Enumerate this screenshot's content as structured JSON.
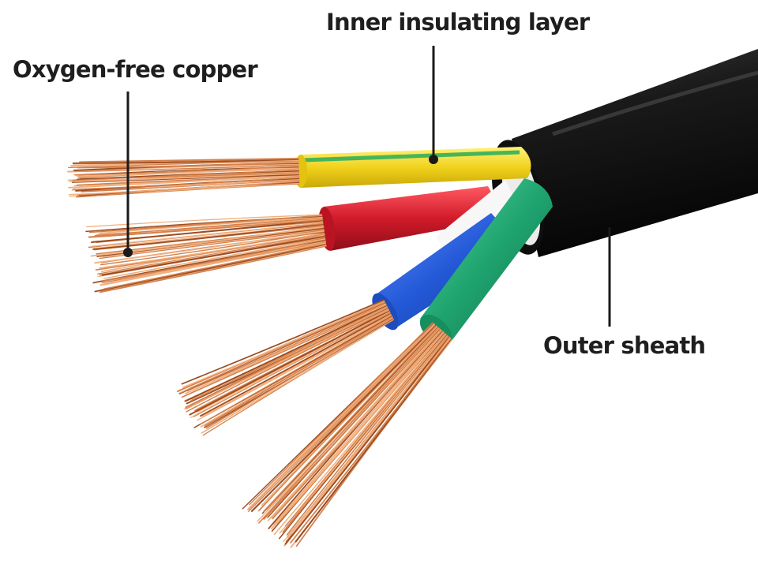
{
  "labels": {
    "copper": "Oxygen-free copper",
    "inner_insulation": "Inner insulating layer",
    "outer_sheath": "Outer sheath"
  },
  "colors": {
    "background": "#ffffff",
    "text": "#1e1e1e",
    "leader": "#1a1a1a",
    "copper": "#d4814c",
    "copper_light": "#f2b07e",
    "copper_dark": "#9c4d22",
    "sheath": "#141414",
    "insulation_yellow": "#f1d21c",
    "insulation_stripe": "#46b55a",
    "insulation_red": "#d11a2a",
    "insulation_blue": "#2358d6",
    "insulation_green": "#1fa46f"
  }
}
